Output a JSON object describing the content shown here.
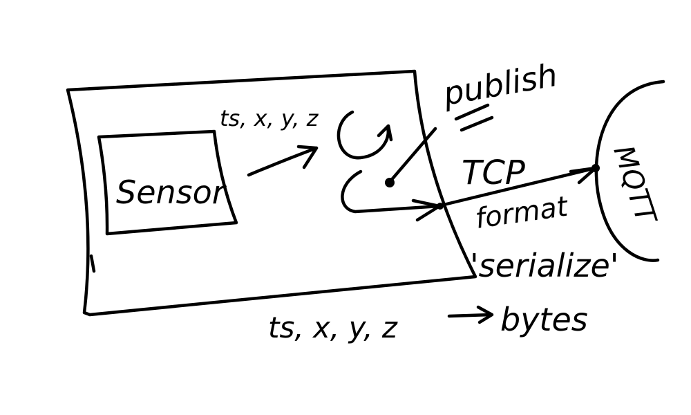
{
  "labels": {
    "sensor": "Sensor",
    "tuple_top": "ts, x, y, z",
    "publish": "publish",
    "tcp": "TCP",
    "format": "format",
    "serialize": "'serialize'",
    "mqtt": "MQTT",
    "tuple_bottom": "ts, x, y, z",
    "bytes": "bytes"
  },
  "colors": {
    "ink": "#000000",
    "paper": "#ffffff"
  }
}
